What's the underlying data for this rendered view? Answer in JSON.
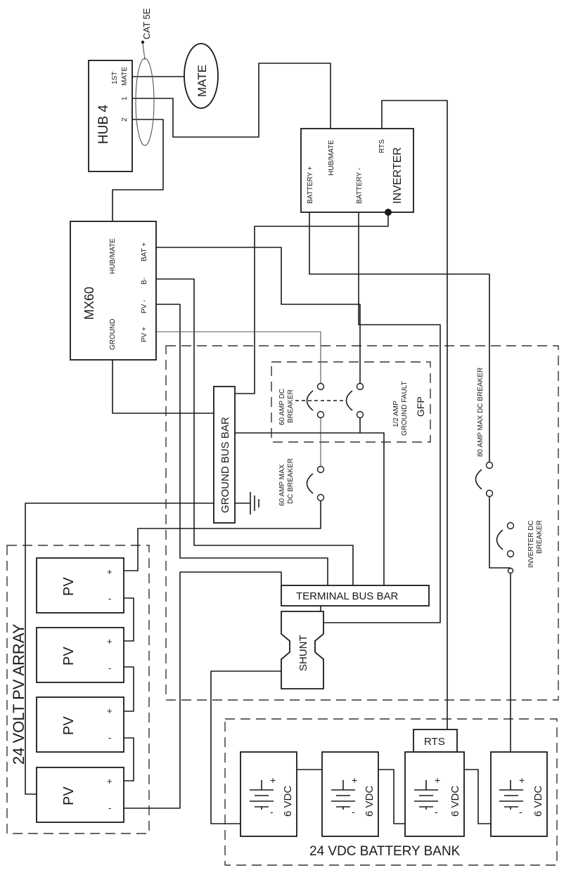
{
  "hub": {
    "title": "HUB 4",
    "port_1st": "1ST",
    "port_mate": "MATE",
    "port_1": "1",
    "port_2": "2"
  },
  "cable": {
    "label": "CAT 5E"
  },
  "mate": {
    "label": "MATE"
  },
  "inverter": {
    "title": "INVERTER",
    "battery_pos": "BATTERY +",
    "hub_mate": "HUB/MATE",
    "battery_neg": "BATTERY -",
    "rts": "RTS"
  },
  "mx60": {
    "title": "MX60",
    "hub_mate": "HUB/MATE",
    "ground": "GROUND",
    "b_minus": "B-",
    "bat_plus": "BAT +",
    "pv_minus": "PV -",
    "pv_plus": "PV +"
  },
  "breakers": {
    "top_line1": "60 AMP DC",
    "top_line2": "BREAKER",
    "gfp_line1": "1/2 AMP",
    "gfp_line2": "GROUND FAULT",
    "gfp": "GFP",
    "mid_line1": "60 AMP MAX",
    "mid_line2": "DC BREAKER",
    "max80": "80 AMP MAX DC BREAKER",
    "inv_line1": "INVERTER DC",
    "inv_line2": "BREAKER"
  },
  "ground_bus": {
    "label": "GROUND BUS BAR"
  },
  "terminal_bus": {
    "label": "TERMINAL BUS BAR"
  },
  "shunt": {
    "label": "SHUNT"
  },
  "pv_array": {
    "title": "24 VOLT PV ARRAY",
    "panels": [
      {
        "label": "PV",
        "plus": "+",
        "minus": "-"
      },
      {
        "label": "PV",
        "plus": "+",
        "minus": "-"
      },
      {
        "label": "PV",
        "plus": "+",
        "minus": "-"
      },
      {
        "label": "PV",
        "plus": "+",
        "minus": "-"
      }
    ]
  },
  "battery_bank": {
    "title": "24 VDC BATTERY BANK",
    "rts": "RTS",
    "batteries": [
      {
        "label": "6 VDC",
        "plus": "+",
        "minus": "-"
      },
      {
        "label": "6 VDC",
        "plus": "+",
        "minus": "-"
      },
      {
        "label": "6 VDC",
        "plus": "+",
        "minus": "-"
      },
      {
        "label": "6 VDC",
        "plus": "+",
        "minus": "-"
      }
    ]
  }
}
